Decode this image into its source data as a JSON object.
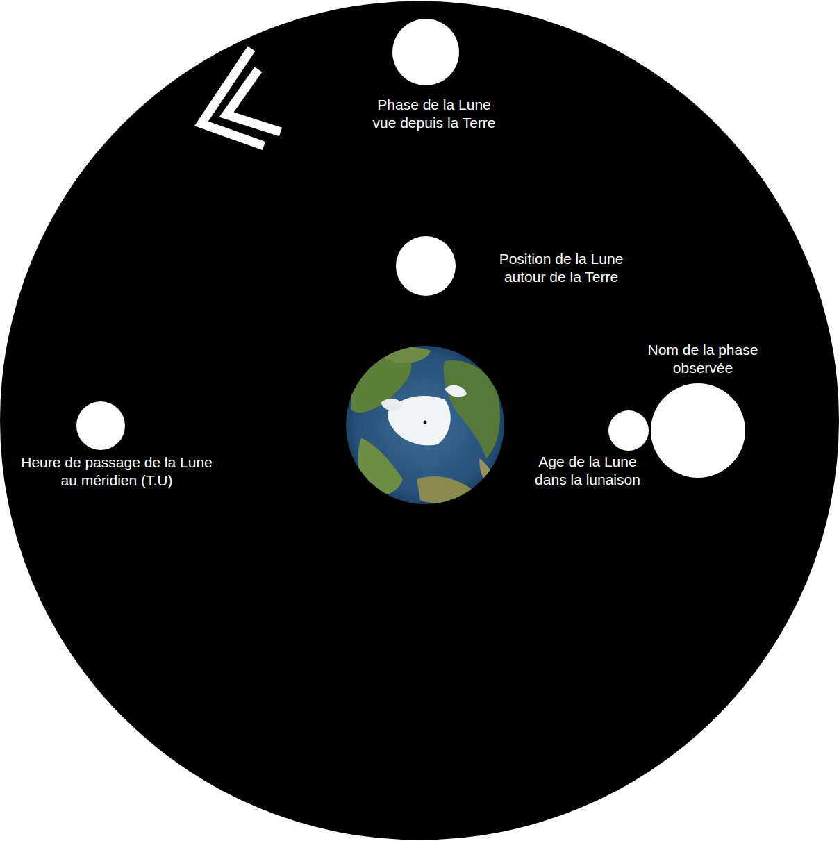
{
  "diagram": {
    "nodes": [
      {
        "text": [
          "Phase de la Lune vue depuis la Terre"
        ]
      },
      {
        "text": [
          "Position de la Lune autour de la Terre"
        ]
      },
      {
        "text": [
          "Heure de passage de la Lune au méridien (T.U)"
        ]
      },
      {
        "text": [
          "Nom de la phase observée"
        ]
      },
      {
        "text": [
          "Age de la Lune dans la lunaison"
        ]
      }
    ]
  }
}
